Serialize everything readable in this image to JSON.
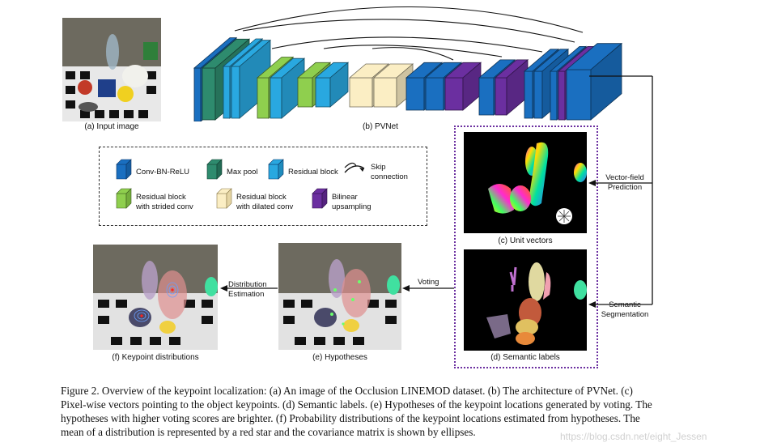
{
  "captions": {
    "input_image": "(a) Input image",
    "pvnet": "(b) PVNet",
    "unit_vectors": "(c) Unit vectors",
    "semantic_labels": "(d) Semantic labels",
    "hypotheses": "(e) Hypotheses",
    "keypoint_distributions": "(f) Keypoint distributions"
  },
  "legend": {
    "conv": "Conv-BN-ReLU",
    "maxpool": "Max pool",
    "residual": "Residual block",
    "skip_1": "Skip",
    "skip_2": "connection",
    "strided_1": "Residual block",
    "strided_2": "with strided conv",
    "dilated_1": "Residual block",
    "dilated_2": "with dilated conv",
    "bilinear_1": "Bilinear",
    "bilinear_2": "upsampling"
  },
  "arrows": {
    "vector_field_1": "Vector-field",
    "vector_field_2": "Prediction",
    "semantic_1": "Semantic",
    "semantic_2": "Segmentation",
    "voting": "Voting",
    "distribution_1": "Distribution",
    "distribution_2": "Estimation"
  },
  "figure_caption": {
    "line1": "Figure 2. Overview of the keypoint localization: (a) An image of the Occlusion LINEMOD dataset. (b) The architecture of PVNet. (c)",
    "line2": "Pixel-wise vectors pointing to the object keypoints. (d) Semantic labels. (e) Hypotheses of the keypoint locations generated by voting. The",
    "line3": "hypotheses with higher voting scores are brighter. (f) Probability distributions of the keypoint locations estimated from hypotheses. The",
    "line4": "mean of a distribution is represented by a red star and the covariance matrix is shown by ellipses."
  },
  "watermark": "https://blog.csdn.net/eight_Jessen",
  "colors": {
    "conv": "#1a6fc0",
    "maxpool": "#2e8b6e",
    "residual": "#29a8e0",
    "strided": "#8fcf4e",
    "dilated": "#fbeec4",
    "bilinear": "#6b2fa0",
    "panel_border": "#6b2fa0"
  }
}
